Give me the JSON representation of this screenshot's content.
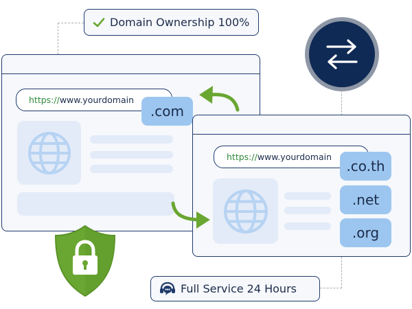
{
  "badges": {
    "ownership": {
      "text": "Domain Ownership 100%"
    },
    "service": {
      "text": "Full Service 24 Hours"
    }
  },
  "browser_left": {
    "url_protocol": "https://",
    "url_host": "www.yourdomain",
    "tld": ".com"
  },
  "browser_right": {
    "url_protocol": "https://",
    "url_host": "www.yourdomain",
    "tlds": [
      ".co.th",
      ".net",
      ".org"
    ]
  },
  "colors": {
    "navy": "#1e3a6b",
    "accent_green": "#6aa632",
    "tld_blue": "#9cc6ef",
    "panel_bg": "#f6f8fc",
    "placeholder": "#e3ebf8",
    "transfer_circle": "#0f2a55"
  },
  "icons": {
    "check": "check-icon",
    "headset": "headset-chat-icon",
    "transfer": "swap-arrows-icon",
    "shield": "shield-lock-icon",
    "globe": "globe-icon"
  }
}
